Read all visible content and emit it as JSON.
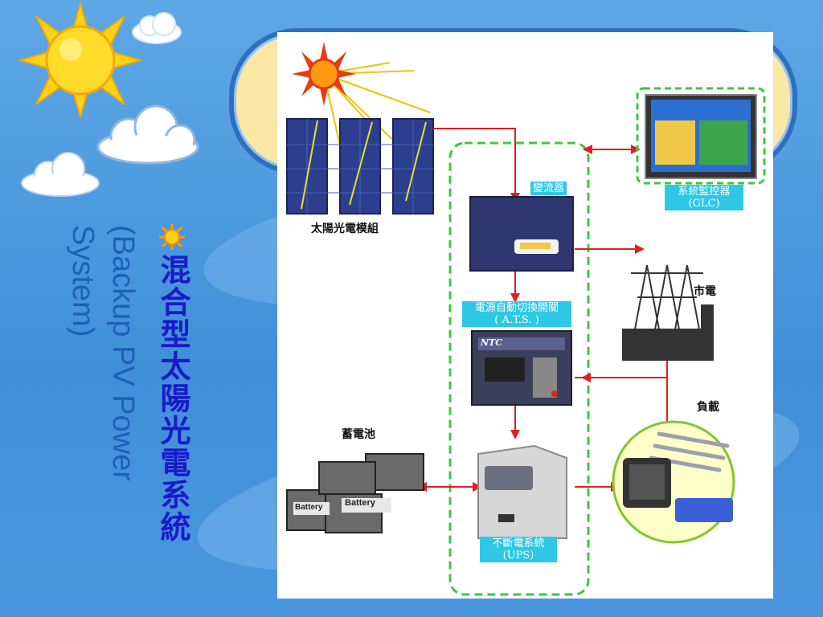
{
  "slide": {
    "title": "混合型太陽光電系統",
    "subtitle": "(Backup PV Power System)"
  },
  "diagram": {
    "labels": {
      "pv_module": "太陽光電模組",
      "inverter": "變流器",
      "monitor_line1": "系統監控器",
      "monitor_line2": "(GLC)",
      "ats_line1": "電源自動切換開關",
      "ats_line2": "( A.T.S. )",
      "grid": "市電",
      "load": "負載",
      "battery": "蓄電池",
      "ups_line1": "不斷電系統",
      "ups_line2": "(UPS)",
      "battery_print": "Battery",
      "ntc_print": "NTC"
    }
  },
  "colors": {
    "flow_line": "#e02020",
    "dashed_box": "#3cc83c",
    "label_bg": "#2ec8e6",
    "title": "#1a1ac8",
    "subtitle": "#1f5fb8"
  }
}
